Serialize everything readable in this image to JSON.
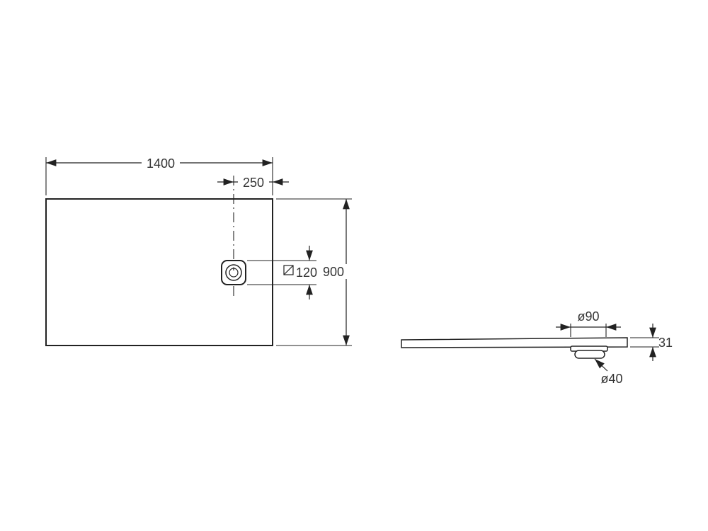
{
  "colors": {
    "background": "#ffffff",
    "line": "#222222",
    "text": "#333333"
  },
  "plan_view": {
    "width_label": "1400",
    "drain_offset_label": "250",
    "drain_square_label": "120",
    "depth_label": "900"
  },
  "section_view": {
    "drain_diameter_label": "ø90",
    "height_label": "31",
    "outlet_diameter_label": "ø40"
  }
}
